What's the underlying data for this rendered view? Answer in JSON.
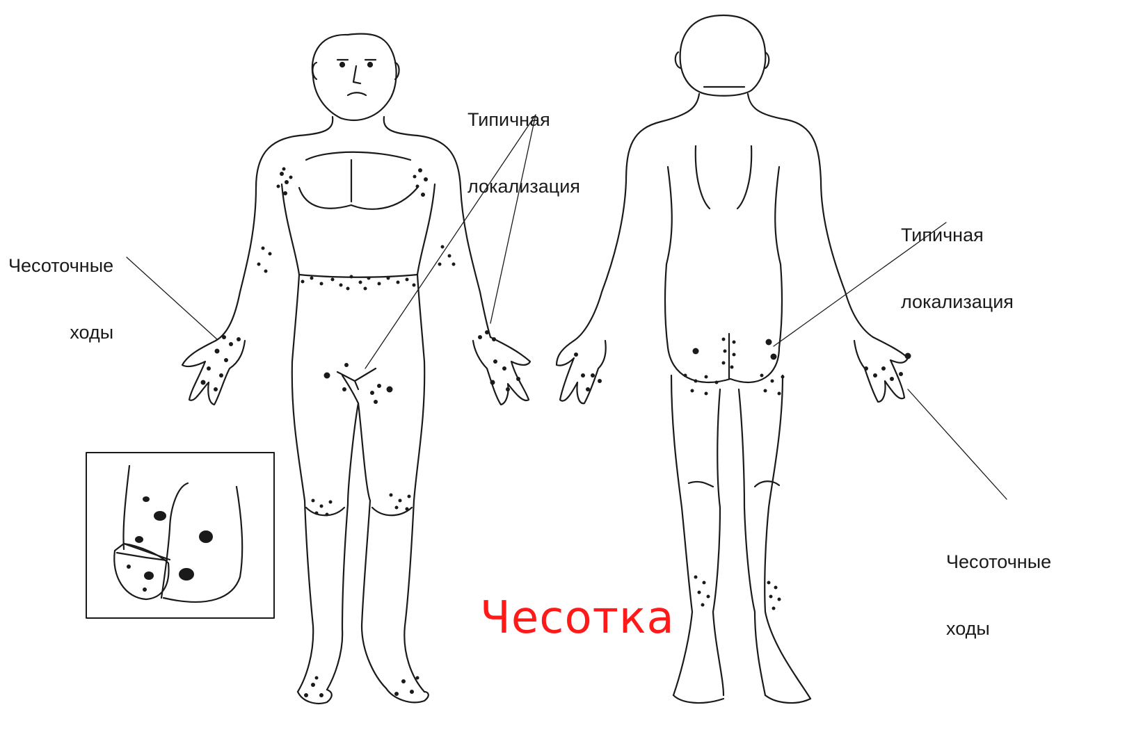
{
  "labels": {
    "front_burrows": [
      "Чесоточные",
      "ходы"
    ],
    "front_typical": [
      "Типичная",
      "локализация"
    ],
    "back_typical": [
      "Типичная",
      "локализация"
    ],
    "back_burrows": [
      "Чесоточные",
      "ходы"
    ]
  },
  "title": "Чесотка",
  "colors": {
    "line": "#1a1a1a",
    "title": "#ff1a1a"
  },
  "figures": [
    "front-body",
    "back-body",
    "inset-detail"
  ]
}
